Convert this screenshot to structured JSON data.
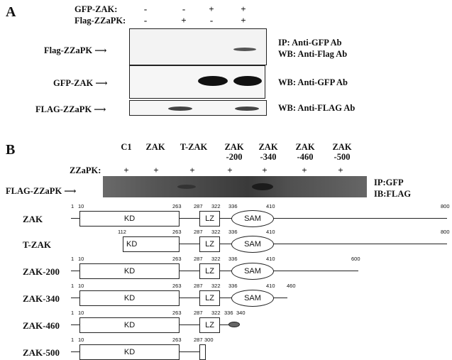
{
  "panel_a": {
    "letter": "A",
    "row_labels": [
      "GFP-ZAK:",
      "Flag-ZZaPK:"
    ],
    "gfp_zak_signs": [
      "-",
      "-",
      "+",
      "+"
    ],
    "flag_zzapk_signs": [
      "-",
      "+",
      "-",
      "+"
    ],
    "blot_labels": [
      "Flag-ZZaPK",
      "GFP-ZAK",
      "FLAG-ZZaPK"
    ],
    "blot_notes": [
      [
        "IP: Anti-GFP Ab",
        "WB: Anti-Flag Ab"
      ],
      [
        "WB: Anti-GFP Ab"
      ],
      [
        "WB: Anti-FLAG Ab"
      ]
    ]
  },
  "panel_b": {
    "letter": "B",
    "columns": [
      [
        "C1"
      ],
      [
        "ZAK"
      ],
      [
        "T-ZAK"
      ],
      [
        "ZAK",
        "-200"
      ],
      [
        "ZAK",
        "-340"
      ],
      [
        "ZAK",
        "-460"
      ],
      [
        "ZAK",
        "-500"
      ]
    ],
    "zzapk_label": "ZZaPK:",
    "zzapk_signs": [
      "+",
      "+",
      "+",
      "+",
      "+",
      "+",
      "+"
    ],
    "blot_label": "FLAG-ZZaPK",
    "blot_notes": [
      "IP:GFP",
      "IB:FLAG"
    ],
    "constructs": [
      {
        "name": "ZAK",
        "numbers": [
          "1",
          "10",
          "263",
          "287",
          "322",
          "336",
          "410",
          "800"
        ]
      },
      {
        "name": "T-ZAK",
        "numbers": [
          "112",
          "263",
          "287",
          "322",
          "336",
          "410",
          "800"
        ]
      },
      {
        "name": "ZAK-200",
        "numbers": [
          "1",
          "10",
          "263",
          "287",
          "322",
          "336",
          "410",
          "600"
        ]
      },
      {
        "name": "ZAK-340",
        "numbers": [
          "1",
          "10",
          "263",
          "287",
          "322",
          "336",
          "410",
          "460"
        ]
      },
      {
        "name": "ZAK-460",
        "numbers": [
          "1",
          "10",
          "263",
          "287",
          "322",
          "336",
          "340"
        ]
      },
      {
        "name": "ZAK-500",
        "numbers": [
          "1",
          "10",
          "263",
          "287",
          "300"
        ]
      }
    ],
    "domain_labels": {
      "kd": "KD",
      "lz": "LZ",
      "sam": "SAM"
    }
  }
}
